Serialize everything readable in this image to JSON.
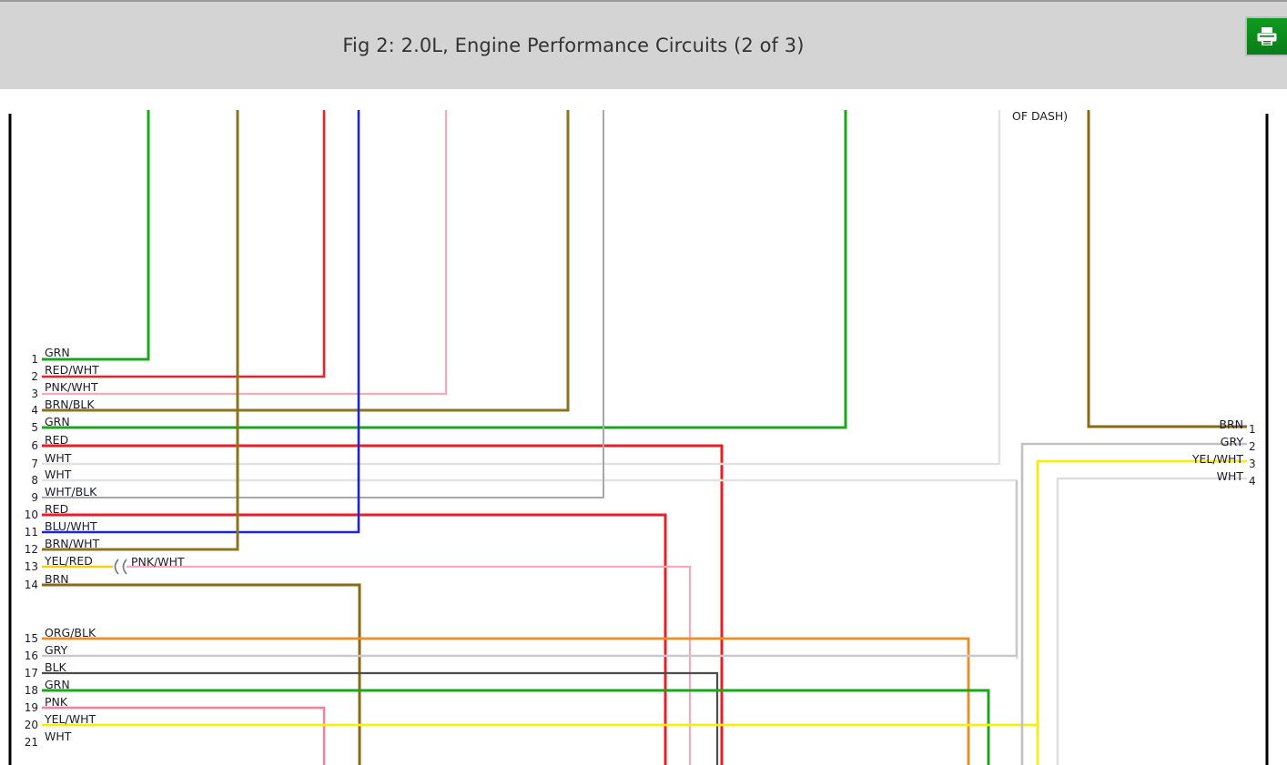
{
  "header": {
    "title": "Fig 2: 2.0L, Engine Performance Circuits (2 of 3)",
    "print_button_label": "",
    "print_icon": "printer-icon",
    "bar_color": "#d4d4d4",
    "print_button_color": "#0a8a1c"
  },
  "diagram": {
    "note_text": "OF DASH)",
    "splice_symbol": "((",
    "splice_label": "PNK/WHT",
    "left_connector": {
      "pins": [
        {
          "pin": "1",
          "label": "GRN",
          "color": "#1aa81a"
        },
        {
          "pin": "2",
          "label": "RED/WHT",
          "color": "#e8232a"
        },
        {
          "pin": "3",
          "label": "PNK/WHT",
          "color": "#f9a8bc"
        },
        {
          "pin": "4",
          "label": "BRN/BLK",
          "color": "#8a7420"
        },
        {
          "pin": "5",
          "label": "GRN",
          "color": "#1aa81a"
        },
        {
          "pin": "6",
          "label": "RED",
          "color": "#ee1c24"
        },
        {
          "pin": "7",
          "label": "WHT",
          "color": "#e2e2e2"
        },
        {
          "pin": "8",
          "label": "WHT",
          "color": "#e2e2e2"
        },
        {
          "pin": "9",
          "label": "WHT/BLK",
          "color": "#a8a8a8"
        },
        {
          "pin": "10",
          "label": "RED",
          "color": "#ee1c24"
        },
        {
          "pin": "11",
          "label": "BLU/WHT",
          "color": "#2222dd"
        },
        {
          "pin": "12",
          "label": "BRN/WHT",
          "color": "#8a7420"
        },
        {
          "pin": "13",
          "label": "YEL/RED",
          "color": "#f5d010"
        },
        {
          "pin": "14",
          "label": "BRN",
          "color": "#8a6a12"
        },
        {
          "pin": "15",
          "label": "ORG/BLK",
          "color": "#ef8b21"
        },
        {
          "pin": "16",
          "label": "GRY",
          "color": "#c9c9c9"
        },
        {
          "pin": "17",
          "label": "BLK",
          "color": "#4d4d4d"
        },
        {
          "pin": "18",
          "label": "GRN",
          "color": "#1aa81a"
        },
        {
          "pin": "19",
          "label": "PNK",
          "color": "#f77f9b"
        },
        {
          "pin": "20",
          "label": "YEL/WHT",
          "color": "#f7ec13"
        },
        {
          "pin": "21",
          "label": "WHT",
          "color": "#e2e2e2"
        }
      ]
    },
    "right_connector": {
      "pins": [
        {
          "pin": "1",
          "label": "BRN",
          "color": "#8a6a12"
        },
        {
          "pin": "2",
          "label": "GRY",
          "color": "#c2c2c2"
        },
        {
          "pin": "3",
          "label": "YEL/WHT",
          "color": "#f7ec13"
        },
        {
          "pin": "4",
          "label": "WHT",
          "color": "#dedede"
        }
      ]
    }
  }
}
